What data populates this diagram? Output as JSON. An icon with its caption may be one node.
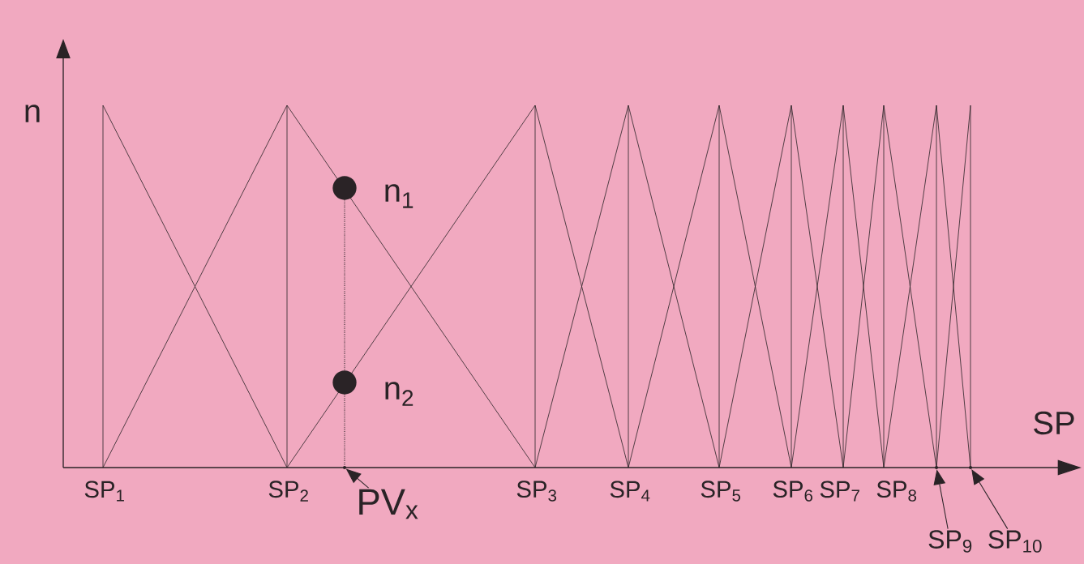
{
  "diagram": {
    "nodes": [
      {
        "text": [],
        "shape": "circle",
        "beside": [
          "n$_{1}$"
        ]
      },
      {
        "text": [],
        "shape": "circle",
        "beside": [
          "n$_{2}$"
        ]
      },
      {
        "text": [
          "PV$_{x}$"
        ]
      },
      {
        "text": [
          "SP$_{9}$"
        ]
      },
      {
        "text": [
          "SP$_{10}$"
        ]
      },
      {
        "text": [],
        "shape": "point"
      },
      {
        "text": [],
        "shape": "point"
      },
      {
        "text": [],
        "shape": "point"
      }
    ],
    "edges": [
      {
        "from": 2,
        "to": 5,
        "arrow": "to"
      },
      {
        "from": 3,
        "to": 6,
        "arrow": "to"
      },
      {
        "from": 4,
        "to": 7,
        "arrow": "to"
      }
    ],
    "labels": [
      "n",
      "SP",
      "SP$_{1}$",
      "SP$_{2}$",
      "SP$_{3}$",
      "SP$_{4}$",
      "SP$_{5}$",
      "SP$_{6}$",
      "SP$_{7}$",
      "SP$_{8}$"
    ]
  }
}
